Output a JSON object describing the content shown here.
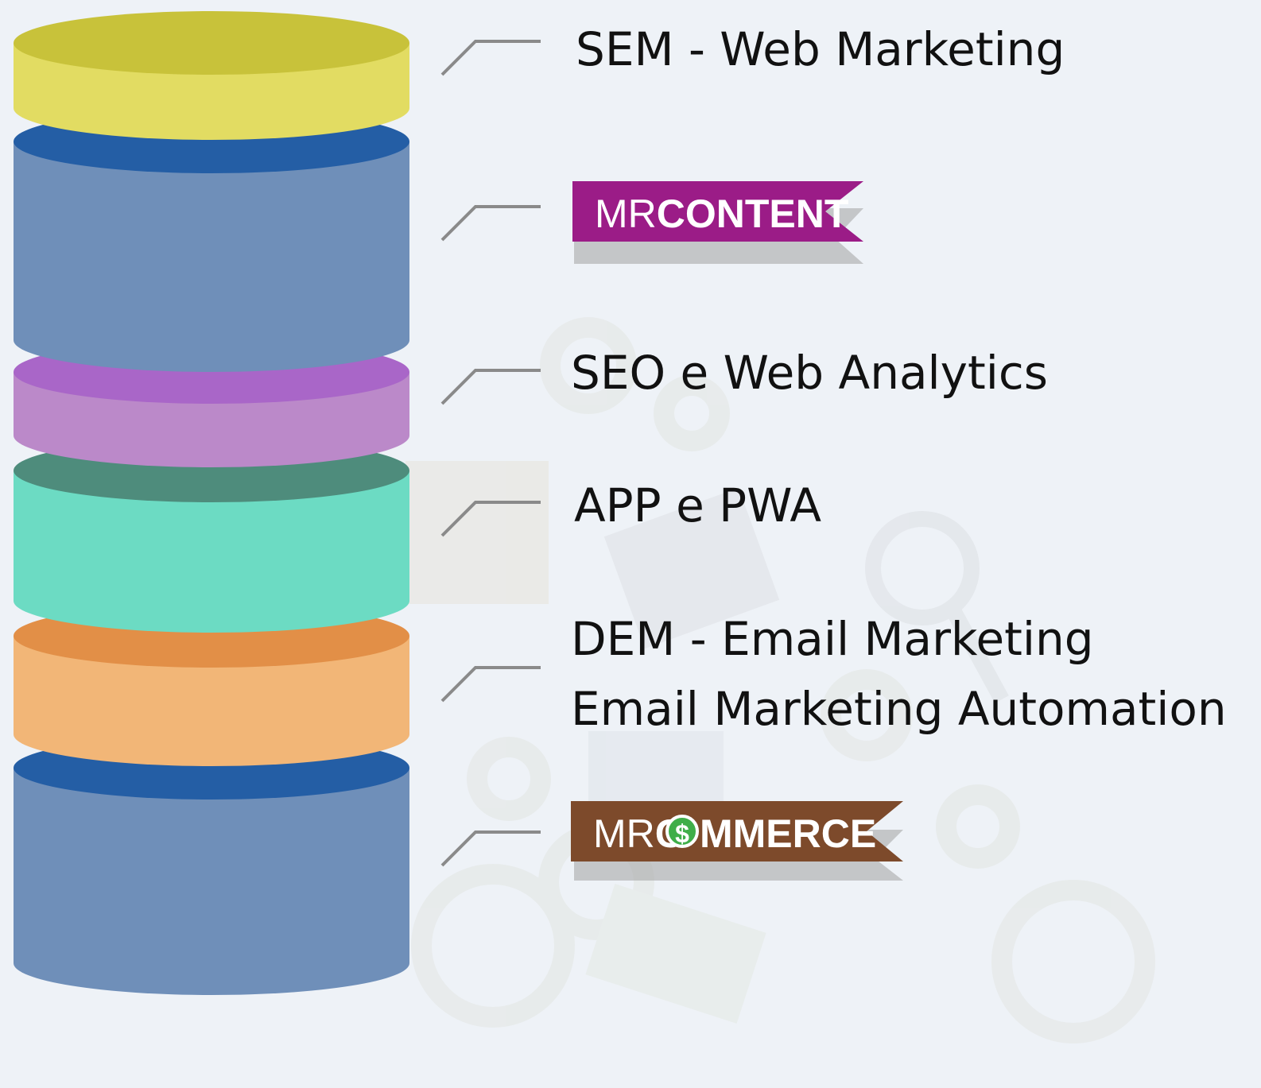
{
  "layers": [
    {
      "label": "SEM - Web Marketing",
      "side": "#e2dc62",
      "top": "#c8c23a"
    },
    {
      "label": "",
      "side": "#6f8fb9",
      "top": "#245ea5"
    },
    {
      "label": "SEO e Web Analytics",
      "side": "#bb89c9",
      "top": "#a966c8"
    },
    {
      "label": "APP e PWA",
      "side": "#6cdbc3",
      "top": "#4e8c7c"
    },
    {
      "label": "",
      "side": "#f2b677",
      "top": "#e28f47"
    },
    {
      "label": "",
      "side": "#6f8fb9",
      "top": "#245ea5"
    }
  ],
  "labels": {
    "sem": "SEM - Web Marketing",
    "seo": "SEO e Web Analytics",
    "app": "APP e PWA",
    "dem_line1": "DEM - Email Marketing",
    "dem_line2": "Email Marketing Automation"
  },
  "badges": {
    "mrcontent": {
      "prefix": "MR",
      "name": "CONTENT",
      "color": "#9b1c87",
      "shadow": "#a8a8a8"
    },
    "mrcommerce": {
      "prefix": "MR",
      "name_start": "C",
      "symbol": "$",
      "name_end": "MMERCE",
      "color": "#7d4a2b",
      "coin": "#3fae49",
      "shadow": "#a8a8a8"
    }
  },
  "connector_color": "#8a8a8a"
}
